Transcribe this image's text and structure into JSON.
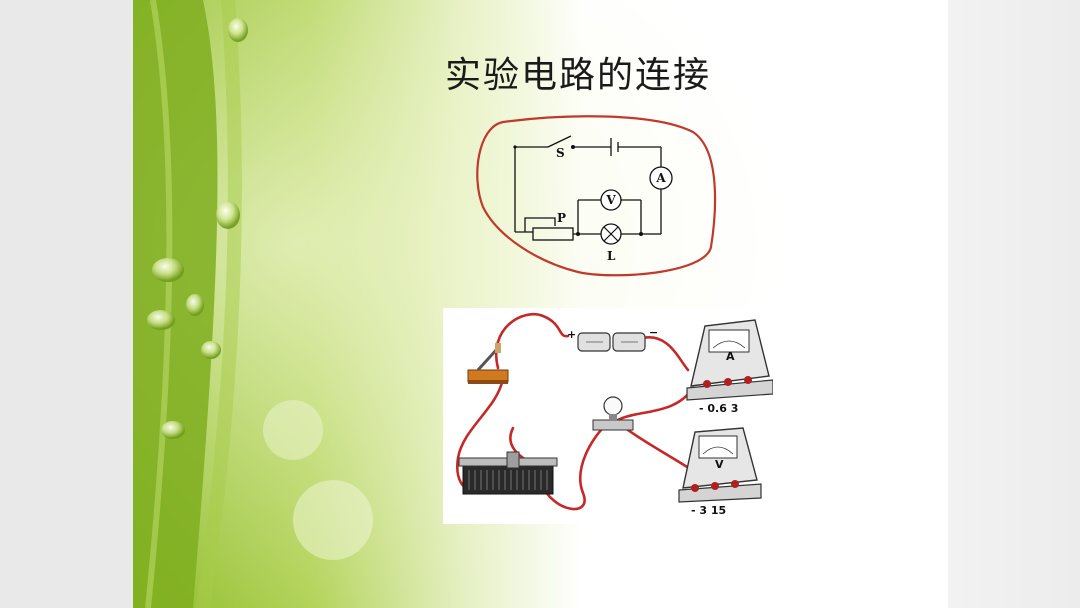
{
  "slide": {
    "title": "实验电路的连接"
  },
  "circuit_diagram": {
    "switch_label": "S",
    "ammeter_symbol": "A",
    "voltmeter_symbol": "V",
    "rheostat_slider_label": "P",
    "lamp_label": "L"
  },
  "apparatus_photo": {
    "ammeter_face_label": "A",
    "ammeter_terminal_labels": "- 0.6 3",
    "voltmeter_face_label": "V",
    "voltmeter_terminal_labels": "- 3 15",
    "battery_plus": "+",
    "battery_minus": "−"
  },
  "colors": {
    "wire_red": "#c62828",
    "leaf_green": "#9cc63a",
    "outline_red": "#c0392b"
  }
}
